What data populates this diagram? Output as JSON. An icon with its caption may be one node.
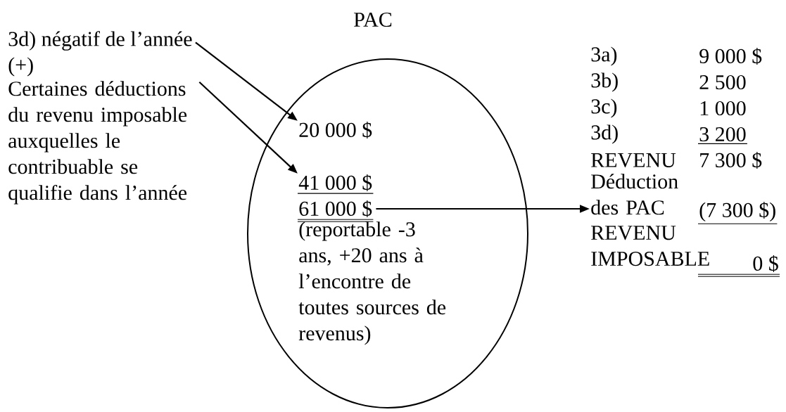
{
  "diagram": {
    "title": "PAC",
    "nodes": [
      {
        "text": [],
        "shape": "ellipse"
      },
      {
        "text": [
          "3d) négatif de l’année"
        ]
      },
      {
        "text": [
          "Certaines déductions du revenu imposable auxquelles le contribuable se qualifie dans l’année"
        ]
      },
      {
        "text": [
          "20 000 $"
        ],
        "in": 0
      },
      {
        "text": [
          "41 000 $"
        ],
        "in": 0
      },
      {
        "text": [
          "61 000 $"
        ],
        "in": 0
      },
      {
        "text": [
          "(reportable -3 ans, +20 ans à l’encontre de toutes sources de revenus)"
        ],
        "in": 0
      },
      {
        "text": [
          "Déduction des PAC"
        ]
      }
    ],
    "edges": [
      {
        "from": 1,
        "to": 3,
        "arrow": "to"
      },
      {
        "from": 2,
        "to": 4,
        "arrow": "to"
      },
      {
        "from": 5,
        "to": 7,
        "arrow": "to"
      }
    ],
    "labels": [
      "(+)",
      "3a)",
      "9 000 $",
      "3b)",
      "2 500",
      "3c)",
      "1 000",
      "3d)",
      "3 200",
      "REVENU",
      "7 300 $",
      "(7 300 $)",
      "REVENU IMPOSABLE",
      "0 $"
    ]
  }
}
